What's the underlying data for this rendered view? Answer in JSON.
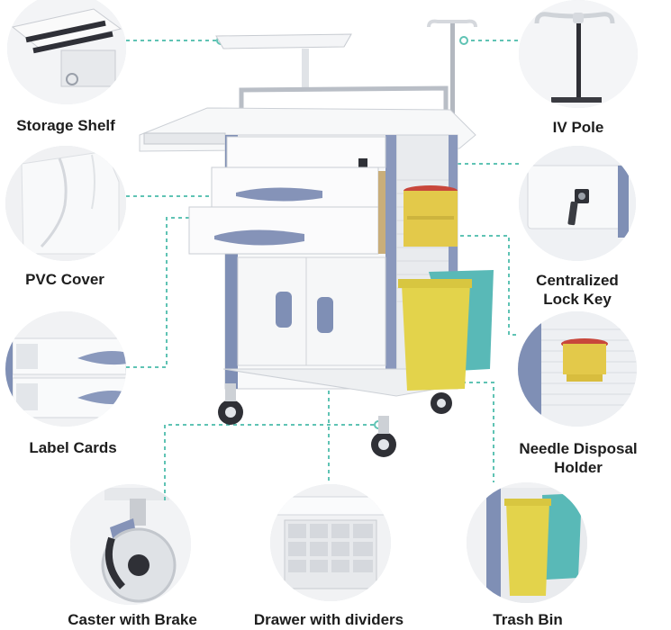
{
  "features": {
    "storage_shelf": "Storage Shelf",
    "iv_pole": "IV Pole",
    "pvc_cover": "PVC Cover",
    "lock_key_line1": "Centralized",
    "lock_key_line2": "Lock Key",
    "label_cards": "Label Cards",
    "needle_line1": "Needle Disposal",
    "needle_line2": "Holder",
    "caster": "Caster with Brake",
    "drawer": "Drawer with dividers",
    "trash": "Trash Bin"
  },
  "colors": {
    "accent_line": "#5fc3b4",
    "trim_blue": "#7f8fb5",
    "bin_yellow": "#e3d34b",
    "bin_teal": "#59b9b7",
    "sharps_red": "#c8473b"
  }
}
